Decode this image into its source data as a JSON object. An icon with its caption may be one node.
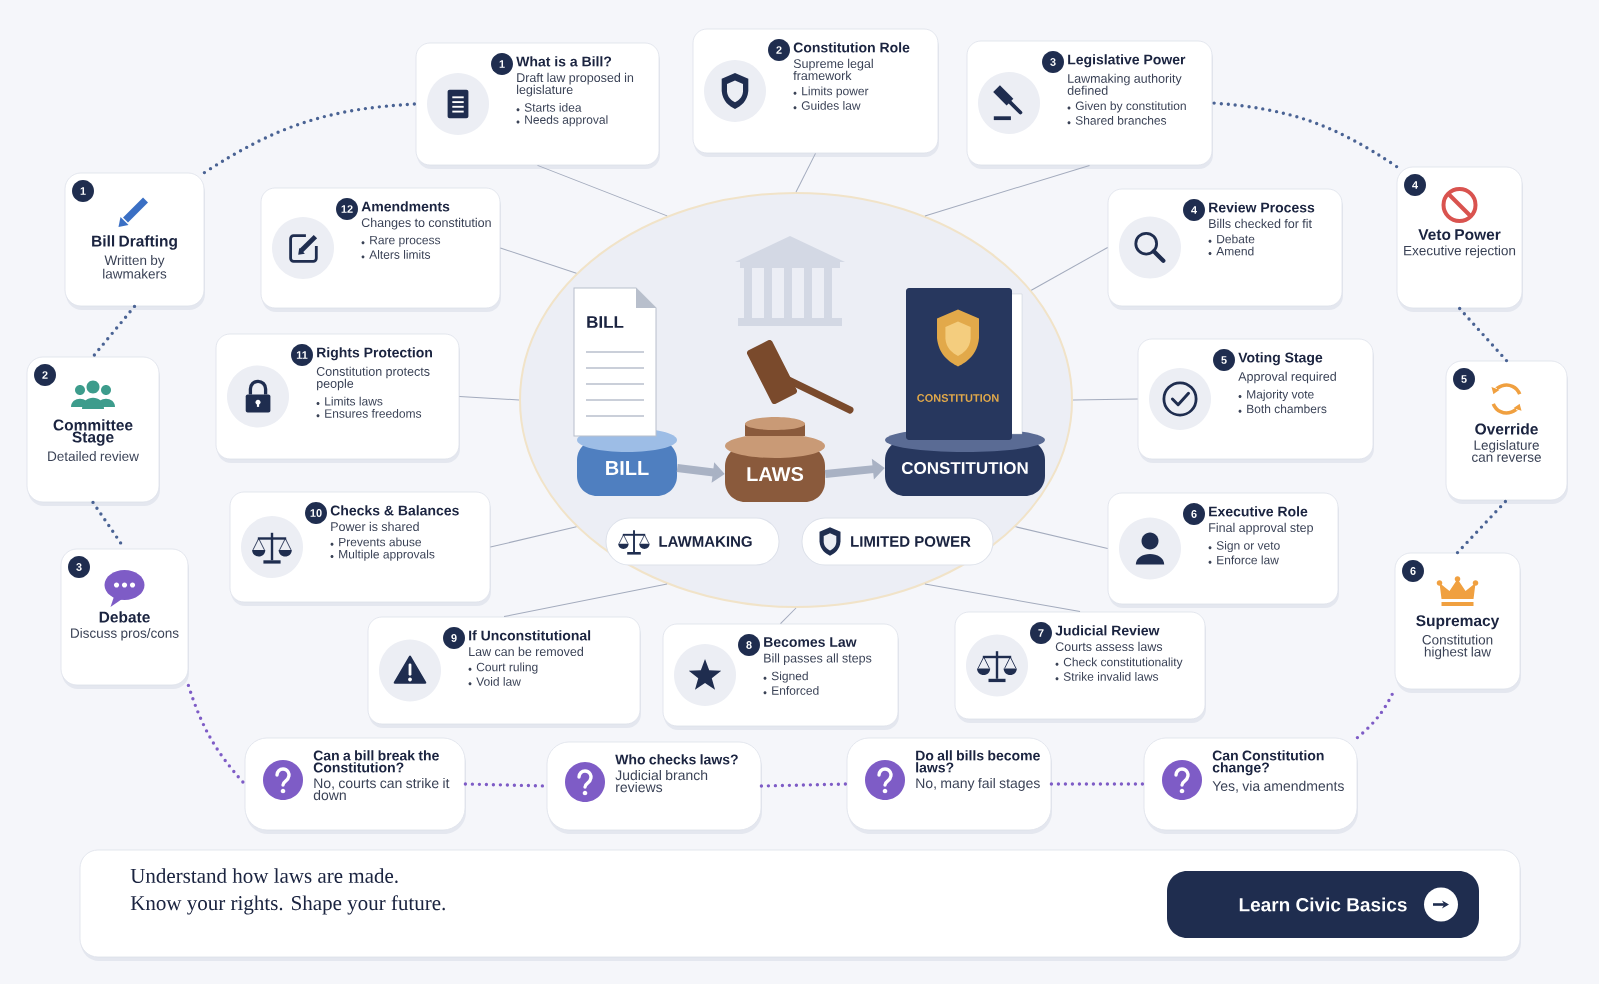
{
  "diagram": {
    "nodes": [
      {
        "text": [],
        "shape": "circle"
      },
      {
        "text": [
          "BILL"
        ],
        "in": 0
      },
      {
        "text": [
          "LAWS"
        ],
        "in": 0
      },
      {
        "text": [
          "CONSTITUTION"
        ],
        "in": 0
      },
      {
        "text": [
          "LAWMAKING"
        ],
        "in": 0
      },
      {
        "text": [
          "LIMITED POWER"
        ],
        "in": 0
      },
      {
        "text": [
          "1",
          "What is a Bill?",
          "Draft law proposed in legislature",
          "Starts idea",
          "Needs approval"
        ]
      },
      {
        "text": [
          "2",
          "Constitution Role",
          "Supreme legal framework",
          "Limits power",
          "Guides law"
        ]
      },
      {
        "text": [
          "3",
          "Legislative Power",
          "Lawmaking authority defined",
          "Given by constitution",
          "Shared branches"
        ]
      },
      {
        "text": [
          "4",
          "Review Process",
          "Bills checked for fit",
          "Debate",
          "Amend"
        ]
      },
      {
        "text": [
          "5",
          "Voting Stage",
          "Approval required",
          "Majority vote",
          "Both chambers"
        ]
      },
      {
        "text": [
          "6",
          "Executive Role",
          "Final approval step",
          "Sign or veto",
          "Enforce law"
        ]
      },
      {
        "text": [
          "7",
          "Judicial Review",
          "Courts assess laws",
          "Check constitutionality",
          "Strike invalid laws"
        ]
      },
      {
        "text": [
          "8",
          "Becomes Law",
          "Bill passes all steps",
          "Signed",
          "Enforced"
        ]
      },
      {
        "text": [
          "9",
          "If Unconstitutional",
          "Law can be removed",
          "Court ruling",
          "Void law"
        ]
      },
      {
        "text": [
          "10",
          "Checks & Balances",
          "Power is shared",
          "Prevents abuse",
          "Multiple approvals"
        ]
      },
      {
        "text": [
          "11",
          "Rights Protection",
          "Constitution protects people",
          "Limits laws",
          "Ensures freedoms"
        ]
      },
      {
        "text": [
          "12",
          "Amendments",
          "Changes to constitution",
          "Rare process",
          "Alters limits"
        ]
      },
      {
        "text": [
          "1",
          "Bill Drafting",
          "Written by lawmakers"
        ]
      },
      {
        "text": [
          "2",
          "Committee Stage",
          "Detailed review"
        ]
      },
      {
        "text": [
          "3",
          "Debate",
          "Discuss pros/cons"
        ]
      },
      {
        "text": [
          "4",
          "Veto Power",
          "Executive rejection"
        ]
      },
      {
        "text": [
          "5",
          "Override",
          "Legislature can reverse"
        ]
      },
      {
        "text": [
          "6",
          "Supremacy",
          "Constitution highest law"
        ]
      },
      {
        "text": [
          "Can a bill break the Constitution?",
          "No, courts can strike it down"
        ]
      },
      {
        "text": [
          "Who checks laws?",
          "Judicial branch reviews"
        ]
      },
      {
        "text": [
          "Do all bills become laws?",
          "No, many fail stages"
        ]
      },
      {
        "text": [
          "Can Constitution change?",
          "Yes, via amendments"
        ]
      },
      {
        "text": [
          "Understand how laws are made.",
          "Know your rights. Shape your future."
        ]
      },
      {
        "text": [
          "Learn Civic Basics"
        ],
        "in": 28
      }
    ],
    "edges": [
      {
        "from": 6,
        "to": 0,
        "arrow": "none"
      },
      {
        "from": 7,
        "to": 0,
        "arrow": "none"
      },
      {
        "from": 8,
        "to": 0,
        "arrow": "none"
      },
      {
        "from": 9,
        "to": 0,
        "arrow": "none"
      },
      {
        "from": 10,
        "to": 0,
        "arrow": "none"
      },
      {
        "from": 11,
        "to": 0,
        "arrow": "none"
      },
      {
        "from": 12,
        "to": 0,
        "arrow": "none"
      },
      {
        "from": 13,
        "to": 0,
        "arrow": "none"
      },
      {
        "from": 14,
        "to": 0,
        "arrow": "none"
      },
      {
        "from": 15,
        "to": 0,
        "arrow": "none"
      },
      {
        "from": 16,
        "to": 0,
        "arrow": "none"
      },
      {
        "from": 17,
        "to": 0,
        "arrow": "none"
      },
      {
        "from": 18,
        "to": 6,
        "arrow": "none",
        "style": "dashed",
        "color": "#4a6394"
      },
      {
        "from": 18,
        "to": 19,
        "arrow": "none",
        "style": "dashed",
        "color": "#4a6394"
      },
      {
        "from": 19,
        "to": 20,
        "arrow": "none",
        "style": "dashed",
        "color": "#4a6394"
      },
      {
        "from": 20,
        "to": 24,
        "arrow": "none",
        "style": "dashed",
        "color": "#7e5cc6"
      },
      {
        "from": 24,
        "to": 25,
        "arrow": "none",
        "style": "dashed",
        "color": "#7e5cc6"
      },
      {
        "from": 25,
        "to": 26,
        "arrow": "none",
        "style": "dashed",
        "color": "#7e5cc6"
      },
      {
        "from": 26,
        "to": 27,
        "arrow": "none",
        "style": "dashed",
        "color": "#7e5cc6"
      },
      {
        "from": 27,
        "to": 23,
        "arrow": "none",
        "style": "dashed",
        "color": "#7e5cc6"
      },
      {
        "from": 23,
        "to": 22,
        "arrow": "none",
        "style": "dashed",
        "color": "#4a6394"
      },
      {
        "from": 22,
        "to": 21,
        "arrow": "none",
        "style": "dashed",
        "color": "#4a6394"
      },
      {
        "from": 21,
        "to": 8,
        "arrow": "none",
        "style": "dashed",
        "color": "#4a6394"
      },
      {
        "from": 1,
        "to": 2,
        "arrow": "to",
        "style": "thick",
        "color": "#a9b2c4"
      },
      {
        "from": 2,
        "to": 3,
        "arrow": "to",
        "style": "thick",
        "color": "#a9b2c4"
      }
    ],
    "labels": [
      "BILL",
      "CONSTITUTION"
    ]
  }
}
